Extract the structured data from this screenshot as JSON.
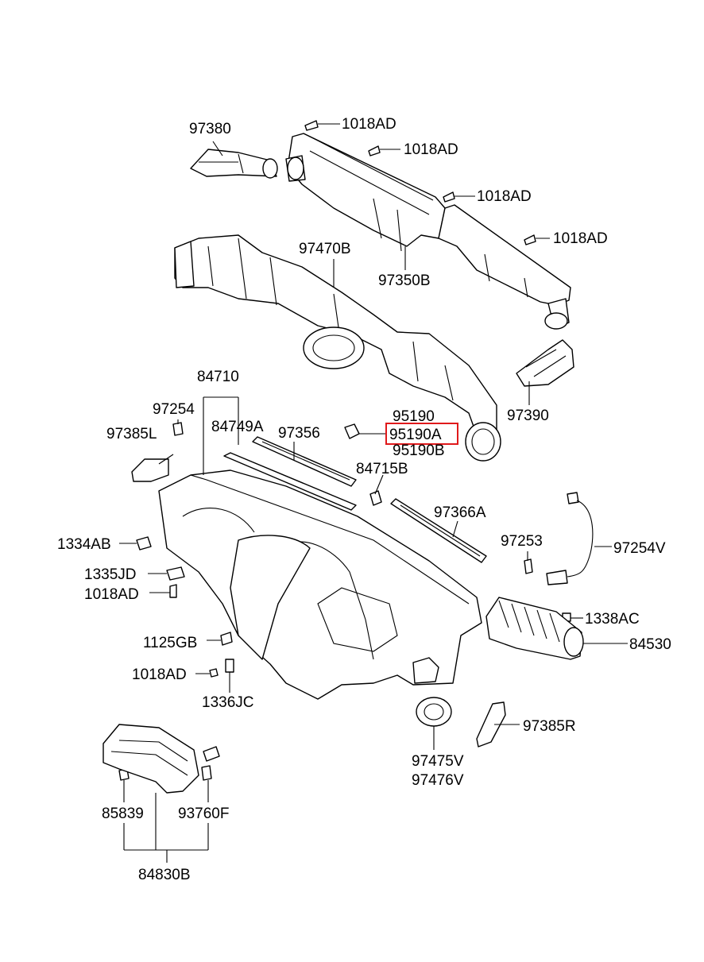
{
  "labels": {
    "p97380": "97380",
    "p1018ad_1": "1018AD",
    "p1018ad_2": "1018AD",
    "p1018ad_3": "1018AD",
    "p1018ad_4": "1018AD",
    "p97470b": "97470B",
    "p97350b": "97350B",
    "p97390": "97390",
    "p84710": "84710",
    "p97254": "97254",
    "p84749a": "84749A",
    "p97356": "97356",
    "p95190": "95190",
    "p95190a": "95190A",
    "p95190b": "95190B",
    "p97385l": "97385L",
    "p84715b": "84715B",
    "p97366a": "97366A",
    "p1334ab": "1334AB",
    "p97253": "97253",
    "p97254v": "97254V",
    "p1335jd": "1335JD",
    "p1018ad_5": "1018AD",
    "p1338ac": "1338AC",
    "p84530": "84530",
    "p1125gb": "1125GB",
    "p1018ad_6": "1018AD",
    "p1336jc": "1336JC",
    "p97385r": "97385R",
    "p97475v": "97475V",
    "p97476v": "97476V",
    "p85839": "85839",
    "p93760f": "93760F",
    "p84830b": "84830B"
  },
  "highlight": {
    "label": "95190A",
    "color": "#e0191b"
  }
}
